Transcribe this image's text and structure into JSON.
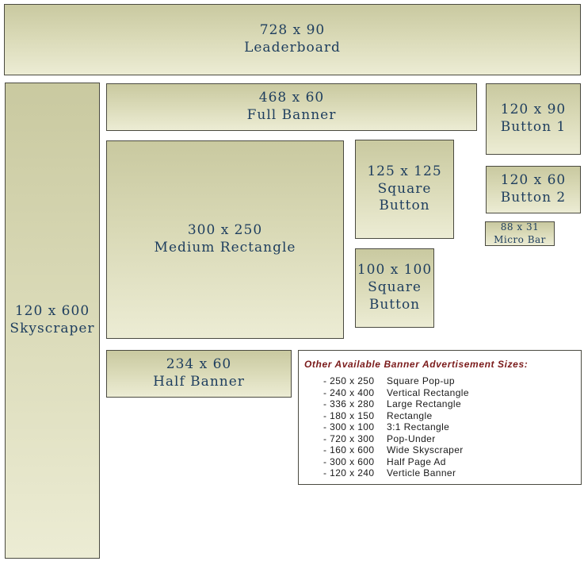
{
  "banners": {
    "leaderboard": {
      "size": "728 x 90",
      "name": "Leaderboard"
    },
    "skyscraper": {
      "size": "120 x 600",
      "name": "Skyscraper"
    },
    "full_banner": {
      "size": "468 x 60",
      "name": "Full Banner"
    },
    "button_1": {
      "size": "120 x 90",
      "name": "Button 1"
    },
    "medium_rectangle": {
      "size": "300 x 250",
      "name": "Medium Rectangle"
    },
    "square_button_125": {
      "size": "125 x 125",
      "name": "Square Button"
    },
    "button_2": {
      "size": "120 x 60",
      "name": "Button 2"
    },
    "micro_bar": {
      "size": "88 x 31",
      "name": "Micro Bar"
    },
    "square_button_100": {
      "size": "100 x 100",
      "name_line1": "Square",
      "name_line2": "Button"
    },
    "half_banner": {
      "size": "234 x 60",
      "name": "Half Banner"
    }
  },
  "other_sizes": {
    "title": "Other Available Banner Advertisement Sizes:",
    "items": [
      {
        "size": "- 250 x 250",
        "name": "Square Pop-up"
      },
      {
        "size": "- 240 x 400",
        "name": "Vertical Rectangle"
      },
      {
        "size": "- 336 x 280",
        "name": "Large Rectangle"
      },
      {
        "size": "- 180 x 150",
        "name": "Rectangle"
      },
      {
        "size": "- 300 x 100",
        "name": "3:1 Rectangle"
      },
      {
        "size": "- 720 x 300",
        "name": "Pop-Under"
      },
      {
        "size": "- 160 x 600",
        "name": "Wide Skyscraper"
      },
      {
        "size": "- 300 x 600",
        "name": "Half Page Ad"
      },
      {
        "size": "- 120 x 240",
        "name": "Verticle Banner"
      }
    ]
  },
  "colors": {
    "box_fill_top": "#c9c9a0",
    "box_fill_bottom": "#ececd4",
    "label_text": "#1d3d5e",
    "list_title": "#7a1a1a"
  }
}
